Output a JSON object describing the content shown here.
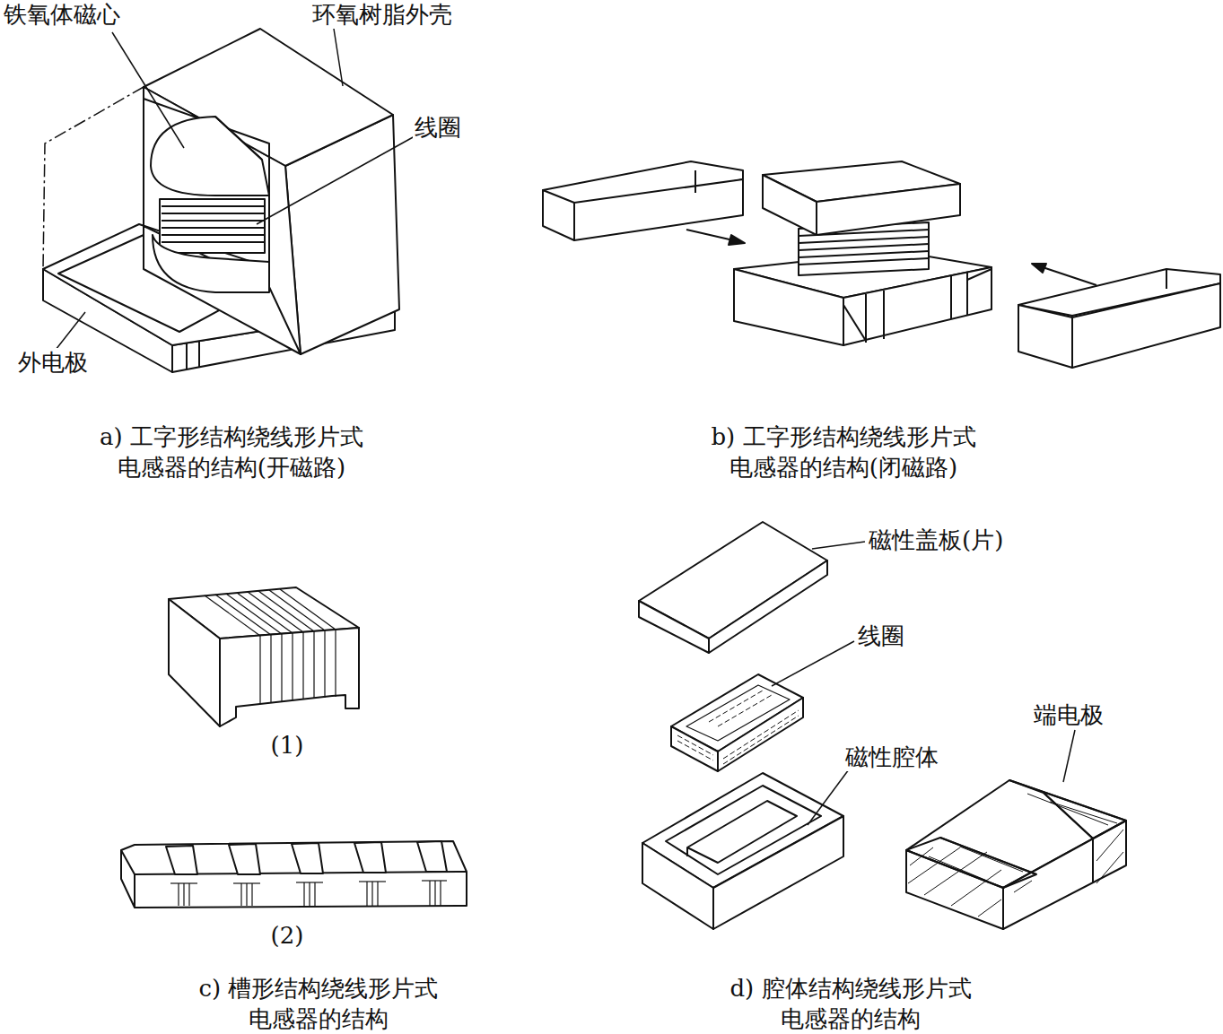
{
  "diagram": {
    "labels": [
      "铁氧体磁心",
      "环氧树脂外壳",
      "线圈",
      "外电极",
      "a) 工字形结构绕线形片式 电感器的结构(开磁路)",
      "b) 工字形结构绕线形片式 电感器的结构(闭磁路)",
      "(1)",
      "(2)",
      "c) 槽形结构绕线形片式 电感器的结构",
      "磁性盖板(片)",
      "线圈",
      "磁性腔体",
      "端电极",
      "d) 腔体结构绕线形片式 电感器的结构"
    ]
  }
}
